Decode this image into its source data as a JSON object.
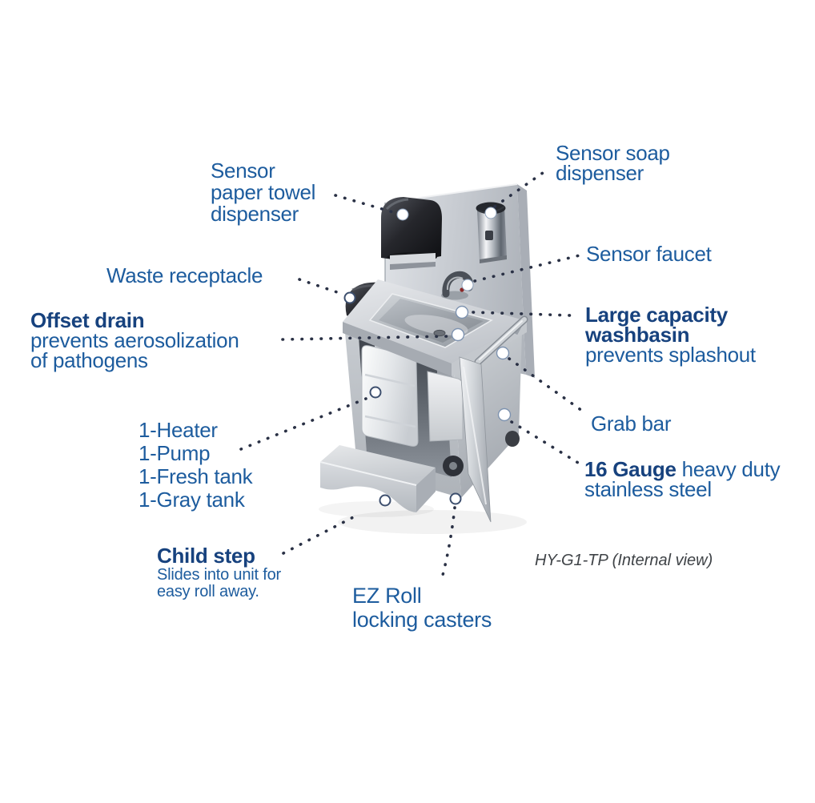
{
  "caption": {
    "text": "HY-G1-TP (Internal view)"
  },
  "labels": {
    "paper_towel": {
      "lines": [
        "Sensor",
        "paper towel",
        "dispenser"
      ]
    },
    "soap": {
      "lines": [
        "Sensor soap",
        "dispenser"
      ]
    },
    "faucet": {
      "lines": [
        "Sensor faucet"
      ]
    },
    "waste": {
      "lines": [
        "Waste receptacle"
      ]
    },
    "offset_drain": {
      "bold": "Offset drain",
      "lines": [
        "prevents aerosolization",
        "of pathogens"
      ]
    },
    "washbasin": {
      "bold_lines": [
        "Large capacity",
        "washbasin"
      ],
      "rest": "prevents splashout"
    },
    "grab_bar": {
      "lines": [
        "Grab bar"
      ]
    },
    "tanks": {
      "lines": [
        "1-Heater",
        "1-Pump",
        "1-Fresh tank",
        "1-Gray tank"
      ]
    },
    "gauge": {
      "bold": "16 Gauge",
      "rest": " heavy duty",
      "line2": "stainless steel"
    },
    "child_step": {
      "bold": "Child step",
      "small_lines": [
        "Slides into unit for",
        "easy roll away."
      ]
    },
    "casters": {
      "lines": [
        "EZ Roll",
        "locking casters"
      ]
    }
  },
  "colors": {
    "label_blue": "#1d5c9e",
    "label_bold_blue": "#17427e",
    "leader_dot": "#2a3145",
    "caption_gray": "#3f4347"
  }
}
